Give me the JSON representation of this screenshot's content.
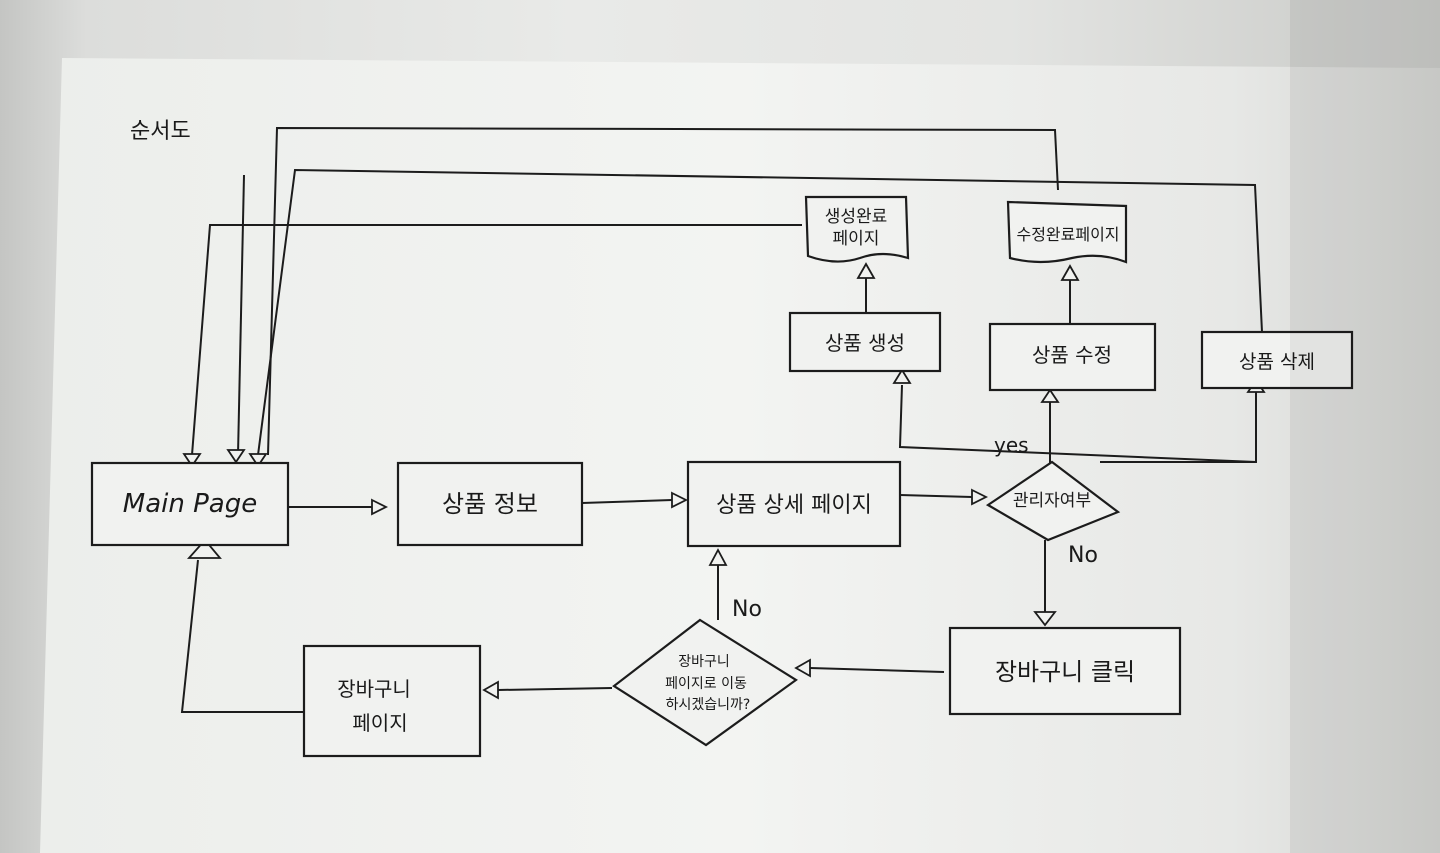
{
  "diagram": {
    "title": "순서도",
    "nodes": {
      "main_page": "Main Page",
      "product_info": "상품 정보",
      "product_detail": "상품 상세 페이지",
      "admin_check": "관리자여부",
      "create_product": "상품 생성",
      "edit_product": "상품 수정",
      "delete_product": "상품 삭제",
      "create_done_line1": "생성완료",
      "create_done_line2": "페이지",
      "edit_done": "수정완료페이지",
      "cart_click": "장바구니 클릭",
      "cart_decision_line1": "장바구니",
      "cart_decision_line2": "페이지로 이동",
      "cart_decision_line3": "하시겠습니까?",
      "cart_page_line1": "장바구니",
      "cart_page_line2": "페이지"
    },
    "edge_labels": {
      "yes": "yes",
      "no_admin": "No",
      "no_cart": "No"
    }
  }
}
